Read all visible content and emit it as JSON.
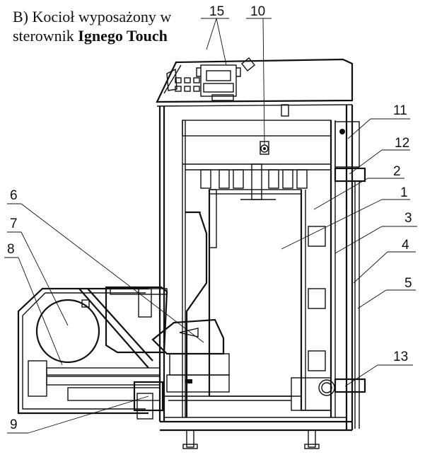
{
  "caption": {
    "line1": "B) Kocioł wyposażony w",
    "line2_prefix": "sterownik ",
    "line2_bold": "Ignego Touch"
  },
  "labels": {
    "l1": "1",
    "l2": "2",
    "l3": "3",
    "l4": "4",
    "l5": "5",
    "l6": "6",
    "l7": "7",
    "l8": "8",
    "l9": "9",
    "l10": "10",
    "l11": "11",
    "l12": "12",
    "l13": "13",
    "l15": "15"
  }
}
